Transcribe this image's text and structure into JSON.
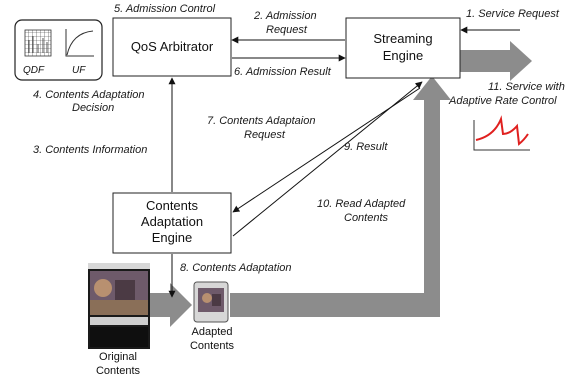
{
  "nodes": {
    "qos_arbitrator": "QoS Arbitrator",
    "streaming_engine": [
      "Streaming",
      "Engine"
    ],
    "cae": [
      "Contents",
      "Adaptation",
      "Engine"
    ]
  },
  "icons": {
    "qdf": "QDF",
    "uf": "UF"
  },
  "labels": {
    "l1": "1. Service Request",
    "l2": [
      "2. Admission",
      "Request"
    ],
    "l5": "5. Admission Control",
    "l6": "6. Admission Result",
    "l4": [
      "4. Contents Adaptation",
      "Decision"
    ],
    "l3": "3. Contents Information",
    "l7": [
      "7. Contents Adaptaion",
      "Request"
    ],
    "l9": "9. Result",
    "l10": [
      "10. Read Adapted",
      "Contents"
    ],
    "l11": [
      "11. Service with",
      "Adaptive Rate Control"
    ],
    "l8": "8. Contents Adaptation"
  },
  "captions": {
    "original": [
      "Original",
      "Contents"
    ],
    "adapted": [
      "Adapted",
      "Contents"
    ]
  },
  "colors": {
    "flow_arrow": "#8c8c8c",
    "rate_curve": "#e0201f",
    "box_border": "#222222"
  }
}
